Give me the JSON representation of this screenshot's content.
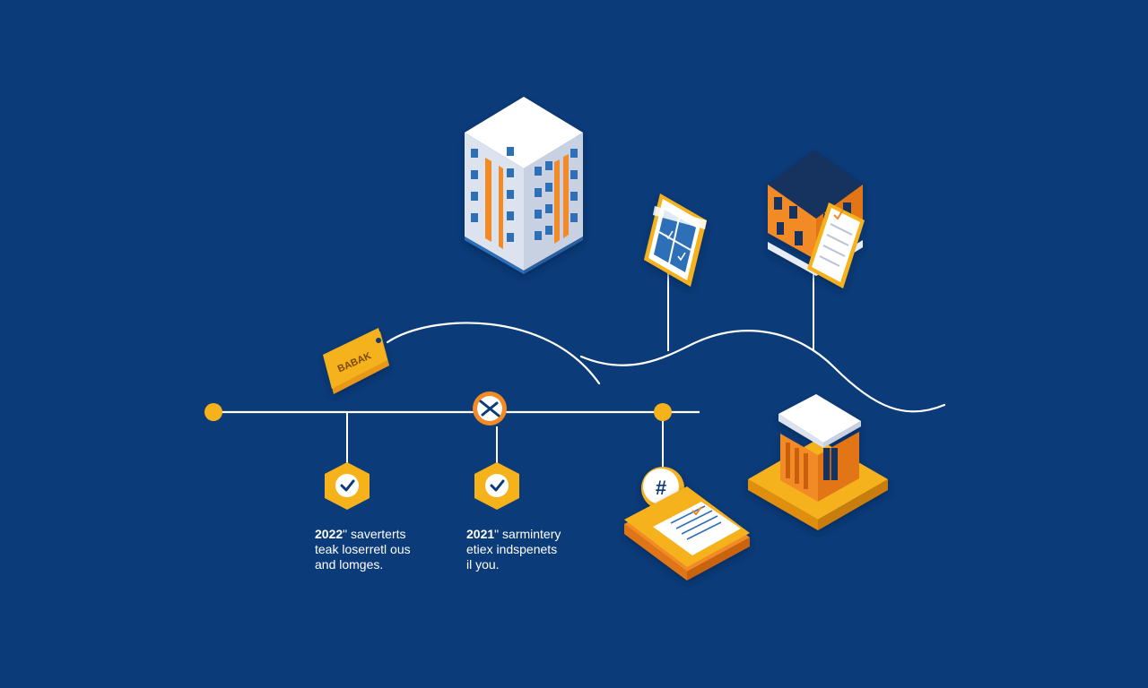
{
  "colors": {
    "background": "#0b3b78",
    "line": "#ffffff",
    "accent_yellow": "#f6b21a",
    "accent_orange": "#f28a26",
    "building_white": "#e8edf5",
    "window_blue": "#2d6fb7"
  },
  "tag": {
    "text": "BABAK"
  },
  "milestones": [
    {
      "icon": "check-shield-icon",
      "year": "2022",
      "suffix": "\"",
      "line1": " saverterts",
      "line2": "teak loserretl ous",
      "line3": "and lomges."
    },
    {
      "icon": "check-shield-icon",
      "year": "2021",
      "suffix": "\"",
      "line1": " sarmintery",
      "line2": "etiex indspenets",
      "line3": "il you."
    }
  ],
  "icons": [
    "office-building-icon",
    "blueprint-sign-icon",
    "house-with-document-icon",
    "price-tag-icon",
    "cancel-x-icon",
    "hashtag-badge-icon",
    "document-platform-icon",
    "bank-building-icon"
  ]
}
